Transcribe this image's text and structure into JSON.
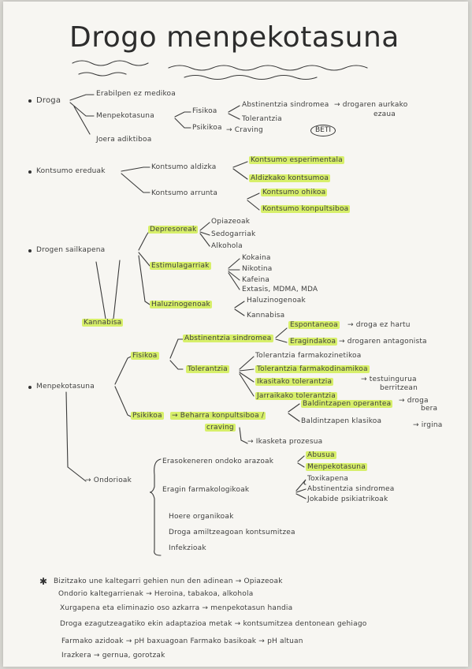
{
  "title": "Drogo menpekotasuna",
  "droga": {
    "label": "Droga",
    "items": [
      "Erabilpen ez medikoa",
      "Menpekotasuna",
      "Joera adiktiboa"
    ],
    "fisikoa": "Fisikoa",
    "psikikoa": "Psikikoa",
    "fis_items": [
      "Abstinentzia sindromea",
      "Tolerantzia"
    ],
    "abst_note": "→ drogaren aurkako",
    "abst_note2": "ezaua",
    "craving": "→ Craving",
    "beti": "BETI"
  },
  "kontsumo": {
    "label": "Kontsumo ereduak",
    "aldizka": "Kontsumo aldizka",
    "arrunta": "Kontsumo arrunta",
    "aldizka_items": [
      "Kontsumo esperimentala",
      "Aldizkako kontsumoa"
    ],
    "arrunta_items": [
      "Kontsumo ohikoa",
      "Kontsumo konpultsiboa"
    ]
  },
  "sailkapena": {
    "label": "Drogen sailkapena",
    "depresoreak": "Depresoreak",
    "estimulagarriak": "Estimulagarriak",
    "haluzinogenoak": "Haluzinogenoak",
    "kannabisa_root": "Kannabisa",
    "dep_items": [
      "Opiazeoak",
      "Sedogarriak",
      "Alkohola"
    ],
    "est_items": [
      "Kokaina",
      "Nikotina",
      "Kafeina",
      "Extasis, MDMA, MDA"
    ],
    "hal_items": [
      "Haluzinogenoak",
      "Kannabisa"
    ]
  },
  "menpekotasuna": {
    "label": "Menpekotasuna",
    "fisikoa": "Fisikoa",
    "psikikoa": "Psikikoa",
    "abst": "Abstinentzia sindromea",
    "abst_items": [
      "Espontaneoa",
      "Eragindakoa"
    ],
    "abst_notes": [
      "→ droga ez hartu",
      "→ drogaren antagonista"
    ],
    "tol": "Tolerantzia",
    "tol_items": [
      "Tolerantzia farmakozinetikoa",
      "Tolerantzia farmakodinamikoa",
      "Ikasitako tolerantzia",
      "Jarraikako tolerantzia"
    ],
    "ikasitako_note": "→ testuingurua",
    "ikasitako_note2": "berritzean",
    "psik_desc": "→ Beharra konpultsiboa /",
    "psik_desc2": "craving",
    "psik_items": [
      "Baldintzapen operantea",
      "Baldintzapen klasikoa"
    ],
    "psik_notes": [
      "→ droga",
      "→ irgina"
    ],
    "psik_note_extra": "bera",
    "ikuspegi": "→ Ikasketa prozesua",
    "ondorioak": "→ Ondorioak",
    "ond_items": [
      "Erasokeneren ondoko arazoak",
      "Eragin farmakologikoak",
      "Hoere organikoak",
      "Droga amiltzeagoan kontsumitzea",
      "Infekzioak"
    ],
    "eras_items": [
      "Abusua",
      "Menpekotasuna"
    ],
    "eragin_items": [
      "Toxikapena",
      "Abstinentzia sindromea",
      "Jokabide psikiatrikoak"
    ]
  },
  "notes": [
    "Bizitzako une kaltegarri gehien nun den adinean → Opiazeoak",
    "Ondorio kaltegarrienak → Heroina, tabakoa, alkohola",
    "Xurgapena eta eliminazio oso azkarra → menpekotasun handia",
    "Droga ezagutzeagatiko ekin adaptazioa metak → kontsumitzea dentonean gehiago",
    "Farmako azidoak → pH baxuagoan Farmako basikoak → pH altuan",
    "Irazkera → gernua, gorotzak"
  ]
}
